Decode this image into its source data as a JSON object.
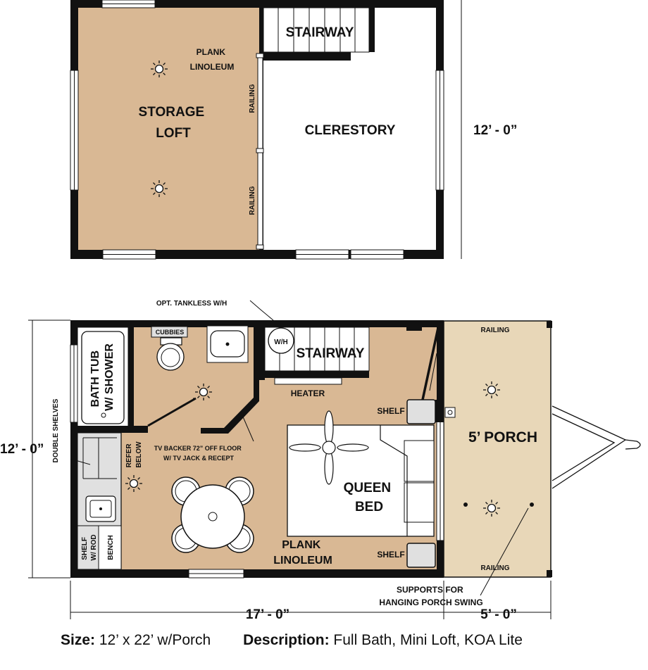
{
  "colors": {
    "wall": "#111111",
    "floor": "#d9b894",
    "porch": "#e8d7b8",
    "fixture": "#e0e0e0",
    "background": "#ffffff"
  },
  "loft": {
    "plank_linoleum": [
      "PLANK",
      "LINOLEUM"
    ],
    "storage_loft": [
      "STORAGE",
      "LOFT"
    ],
    "stairway": "STAIRWAY",
    "clerestory": "CLERESTORY",
    "railing_1": "RAILING",
    "railing_2": "RAILING",
    "dimension": "12’ - 0”"
  },
  "main": {
    "opt_tankless": "OPT. TANKLESS W/H",
    "cubbies": "CUBBIES",
    "wh": "W/H",
    "stairway": "STAIRWAY",
    "heater": "HEATER",
    "bath_tub": [
      "BATH TUB",
      "W/ SHOWER"
    ],
    "refer_below": [
      "REFER",
      "BELOW"
    ],
    "tv_backer": [
      "TV BACKER 72” OFF FLOOR",
      "W/ TV JACK & RECEPT"
    ],
    "shelf_top": "SHELF",
    "shelf_bottom": "SHELF",
    "queen_bed": [
      "QUEEN",
      "BED"
    ],
    "plank_linoleum": [
      "PLANK",
      "LINOLEUM"
    ],
    "shelf_rod": [
      "SHELF",
      "W/ ROD"
    ],
    "bench": "BENCH",
    "double_shelves": "DOUBLE SHELVES",
    "porch": "5’ PORCH",
    "railing_top": "RAILING",
    "railing_bottom": "RAILING",
    "supports": [
      "SUPPORTS FOR",
      "HANGING PORCH SWING"
    ],
    "dim_height": "12’ - 0”",
    "dim_length": "17’ - 0”",
    "dim_porch": "5’ - 0”"
  },
  "caption": {
    "size_label": "Size:",
    "size_value": "12’ x 22’ w/Porch",
    "desc_label": "Description:",
    "desc_value": "Full Bath, Mini Loft, KOA Lite"
  },
  "icons": [
    "ceiling-light-icon",
    "ceiling-fan-icon",
    "sink-icon",
    "toilet-icon",
    "trailer-hitch-icon",
    "outlet-icon"
  ]
}
